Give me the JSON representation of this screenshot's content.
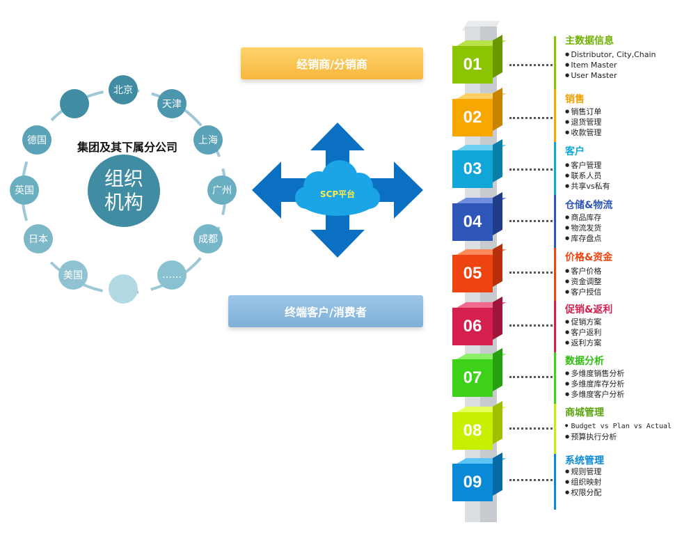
{
  "organization": {
    "subtitle": "集团及其下属分公司",
    "center_label_line1": "组织",
    "center_label_line2": "机构",
    "cities": [
      "北京",
      "天津",
      "上海",
      "广州",
      "成都",
      "……",
      "美国",
      "日本",
      "英国",
      "德国"
    ]
  },
  "platform": {
    "top_banner": "经销商/分销商",
    "cloud_label": "SCP平台",
    "bottom_banner": "终端客户/消费者"
  },
  "modules": [
    {
      "number": "01",
      "title": "主数据信息",
      "color": "#8bc400",
      "items": [
        "Distributor, City,Chain",
        "Item Master",
        "User Master"
      ]
    },
    {
      "number": "02",
      "title": "销售",
      "color": "#f7a800",
      "items": [
        "销售订单",
        "退货管理",
        "收款管理"
      ]
    },
    {
      "number": "03",
      "title": "客户",
      "color": "#10a6d8",
      "items": [
        "客户管理",
        "联系人员",
        "共享vs私有"
      ]
    },
    {
      "number": "04",
      "title": "仓储&物流",
      "color": "#2e55b8",
      "items": [
        "商品库存",
        "物流发货",
        "库存盘点"
      ]
    },
    {
      "number": "05",
      "title": "价格&资金",
      "color": "#ee4411",
      "items": [
        "客户价格",
        "资金调整",
        "客户授信"
      ]
    },
    {
      "number": "06",
      "title": "促销&返利",
      "color": "#d5204f",
      "items": [
        "促销方案",
        "客户返利",
        "返利方案"
      ]
    },
    {
      "number": "07",
      "title": "数据分析",
      "color": "#3dd11a",
      "items": [
        "多维度销售分析",
        "多维度库存分析",
        "多维度客户分析"
      ]
    },
    {
      "number": "08",
      "title": "商城管理",
      "color": "#6fbe1a",
      "items": [
        "Budget vs Plan vs Actual",
        "预算执行分析"
      ]
    },
    {
      "number": "09",
      "title": "系统管理",
      "color": "#0a8ad6",
      "items": [
        "规则管理",
        "组织映射",
        "权限分配"
      ]
    }
  ]
}
